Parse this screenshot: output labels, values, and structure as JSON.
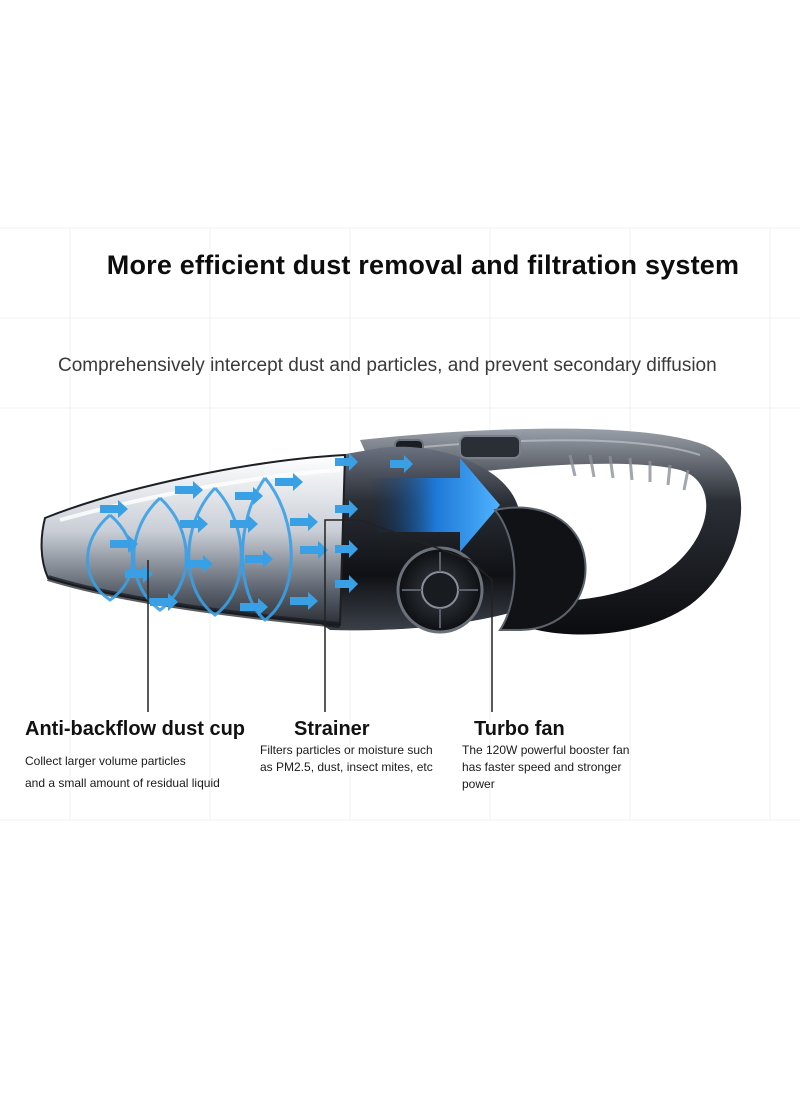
{
  "heading": {
    "title": "More efficient dust removal and filtration system",
    "subtitle": "Comprehensively intercept dust and particles, and prevent secondary diffusion"
  },
  "product": {
    "icon": "handheld-vacuum-illustration",
    "accent_color": "#3aa0e6",
    "body_color": "#1c1f24"
  },
  "features": [
    {
      "title": "Anti-backflow dust cup",
      "lines": [
        "Collect larger volume particles",
        "and a small amount of residual liquid"
      ]
    },
    {
      "title": "Strainer",
      "lines": [
        "Filters particles or moisture such",
        "as PM2.5, dust, insect mites, etc"
      ]
    },
    {
      "title": "Turbo fan",
      "lines": [
        "The 120W powerful booster fan",
        "has faster speed and stronger",
        "power"
      ]
    }
  ]
}
